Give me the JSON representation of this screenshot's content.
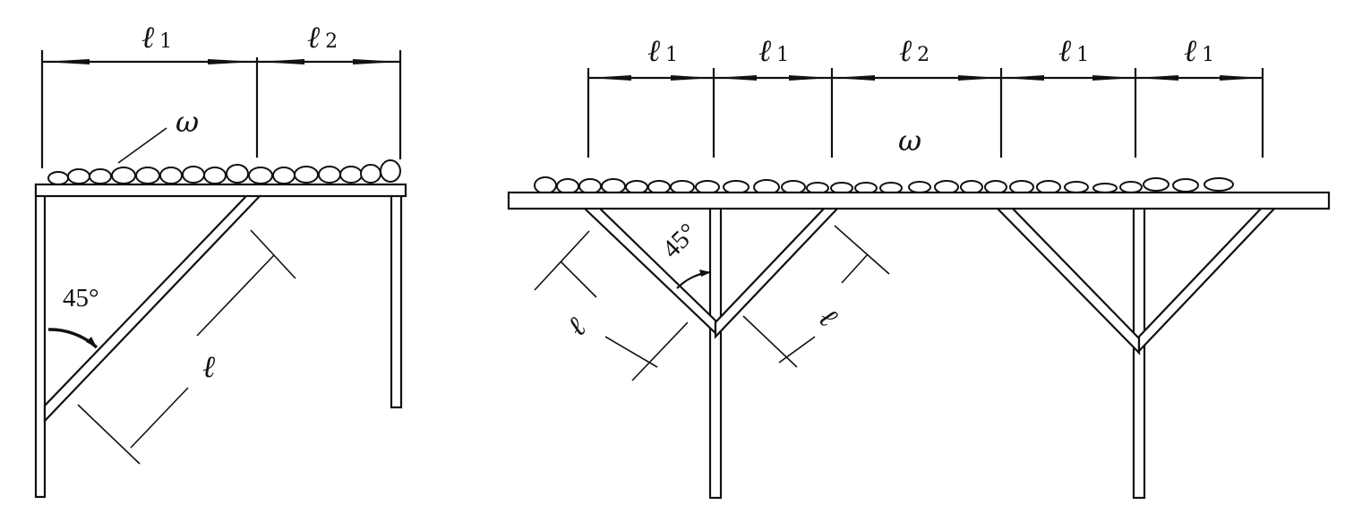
{
  "left_figure": {
    "spans": [
      {
        "label": "ℓ",
        "sub": "1"
      },
      {
        "label": "ℓ",
        "sub": "2"
      }
    ],
    "load_label": "ω",
    "brace_label": "ℓ",
    "angle_label": "45°"
  },
  "right_figure": {
    "spans": [
      {
        "label": "ℓ",
        "sub": "1"
      },
      {
        "label": "ℓ",
        "sub": "1"
      },
      {
        "label": "ℓ",
        "sub": "2"
      },
      {
        "label": "ℓ",
        "sub": "1"
      },
      {
        "label": "ℓ",
        "sub": "1"
      }
    ],
    "load_label": "ω",
    "brace_left_label": "ℓ",
    "brace_right_label": "ℓ",
    "angle_label": "45°"
  }
}
